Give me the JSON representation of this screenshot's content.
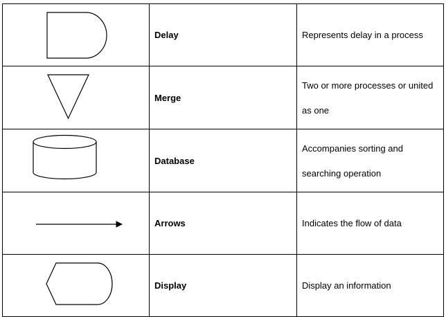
{
  "rows": [
    {
      "icon": "delay-symbol-icon",
      "name": "Delay",
      "description": "Represents delay in a process"
    },
    {
      "icon": "merge-symbol-icon",
      "name": "Merge",
      "description": "Two or more processes or united as one"
    },
    {
      "icon": "database-symbol-icon",
      "name": "Database",
      "description": "Accompanies sorting and searching operation"
    },
    {
      "icon": "arrow-symbol-icon",
      "name": "Arrows",
      "description": "Indicates the flow of data"
    },
    {
      "icon": "display-symbol-icon",
      "name": "Display",
      "description": "Display an information"
    }
  ]
}
